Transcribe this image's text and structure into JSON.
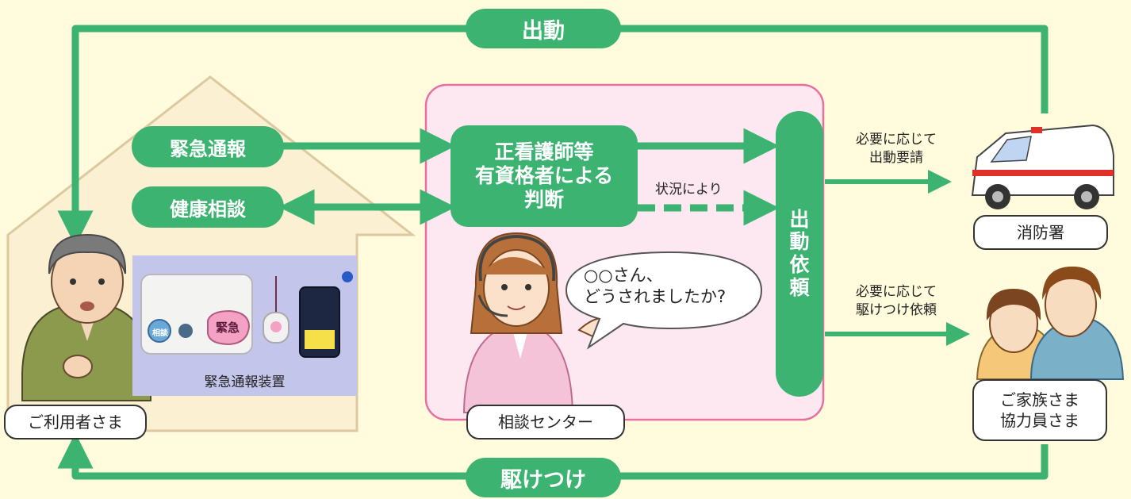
{
  "top_flow": {
    "label": "出動"
  },
  "bottom_flow": {
    "label": "駆けつけ"
  },
  "home": {
    "emergency_call": "緊急通報",
    "health_consult": "健康相談",
    "device_caption": "緊急通報装置",
    "device_button_consult": "相談",
    "device_button_emergency": "緊急",
    "user_label": "ご利用者さま"
  },
  "center": {
    "judgment_lines": [
      "正看護師等",
      "有資格者による",
      "判断"
    ],
    "depending_label": "状況により",
    "dispatch_request_chars": [
      "出",
      "動",
      "依",
      "頼"
    ],
    "operator_speech_lines": [
      "○○さん、",
      "どうされましたか?"
    ],
    "center_label": "相談センター"
  },
  "right": {
    "fire_note_lines": [
      "必要に応じて",
      "出動要請"
    ],
    "fire_label": "消防署",
    "family_note_lines": [
      "必要に応じて",
      "駆けつけ依頼"
    ],
    "family_label_lines": [
      "ご家族さま",
      "協力員さま"
    ]
  },
  "colors": {
    "green": "#3cb371",
    "background": "#fffbdc",
    "house_fill": "#fcf0d2",
    "house_stroke": "#dcc9a0",
    "center_fill": "#fde8f1",
    "center_stroke": "#e6709f"
  }
}
